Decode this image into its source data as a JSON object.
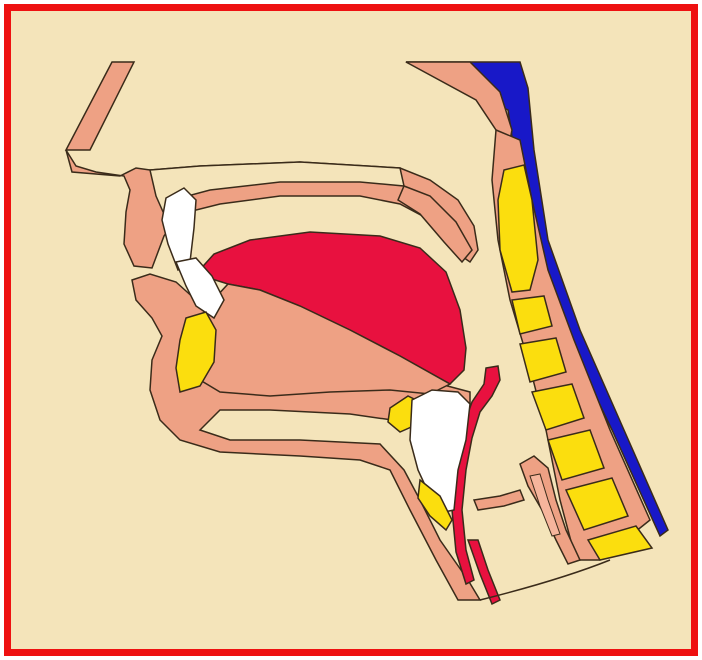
{
  "diagram": {
    "colors": {
      "background": "#f4e4ba",
      "border": "#ee1111",
      "flesh": "#eea184",
      "tongue": "#e8113f",
      "bone": "#fbde0e",
      "teeth": "#ffffff",
      "spine_skin": "#1818c8",
      "outline": "#3a2b1a"
    },
    "parts": [
      "nose",
      "lips",
      "teeth",
      "hard-palate",
      "soft-palate",
      "tongue",
      "mandible",
      "hyoid-bone",
      "epiglottis",
      "larynx",
      "esophagus",
      "pharynx",
      "cervical-vertebrae",
      "neck-skin"
    ]
  }
}
